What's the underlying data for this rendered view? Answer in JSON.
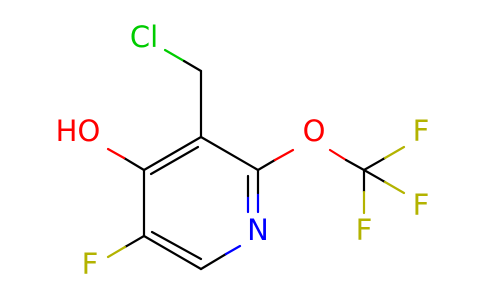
{
  "molecule": {
    "atoms": {
      "chlorine": "Cl",
      "hydroxyl": "HO",
      "oxygen": "O",
      "fluorine_trifluoro_top": "F",
      "fluorine_trifluoro_right": "F",
      "fluorine_trifluoro_bottom": "F",
      "fluorine_ring": "F",
      "nitrogen": "N"
    },
    "colors": {
      "bond": "#000000",
      "chlorine": "#00cc00",
      "oxygen": "#ff0000",
      "fluorine": "#b3b300",
      "nitrogen": "#0000ff"
    }
  }
}
